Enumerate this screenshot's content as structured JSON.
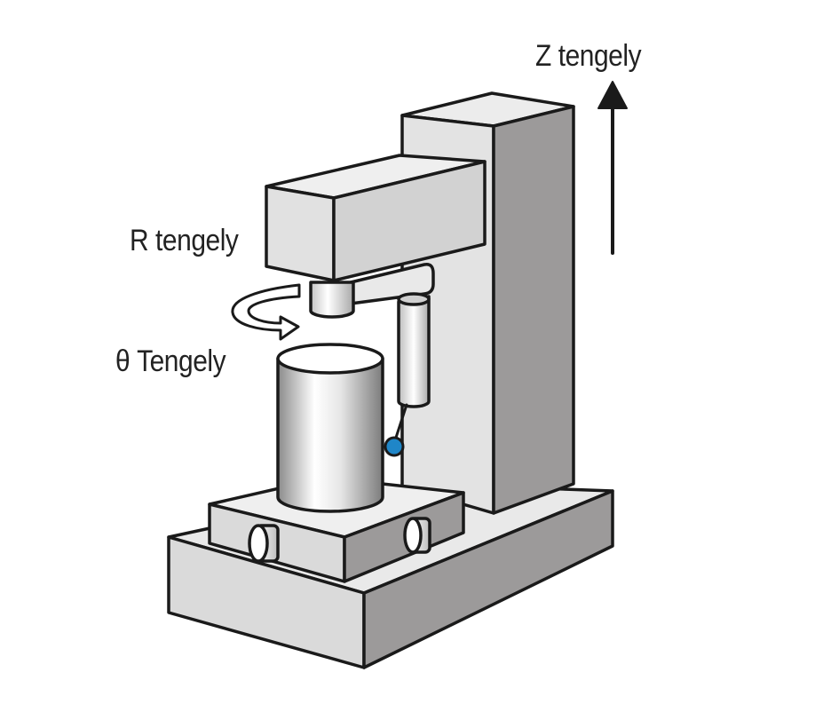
{
  "labels": {
    "z_axis": "Z tengely",
    "r_axis": "R tengely",
    "theta_axis": "θ Tengely"
  },
  "colors": {
    "outline": "#1a1a1a",
    "light_face": "#e9e9e9",
    "mid_face": "#d2d2d2",
    "dark_face": "#9c9a9a",
    "stylus_tip": "#1f86c8",
    "arrow": "#1a1a1a"
  },
  "icons": {
    "z_direction": "up-arrow-icon",
    "theta_rotation": "curved-rotation-arrow-icon",
    "probe_tip": "stylus-ball-icon"
  }
}
